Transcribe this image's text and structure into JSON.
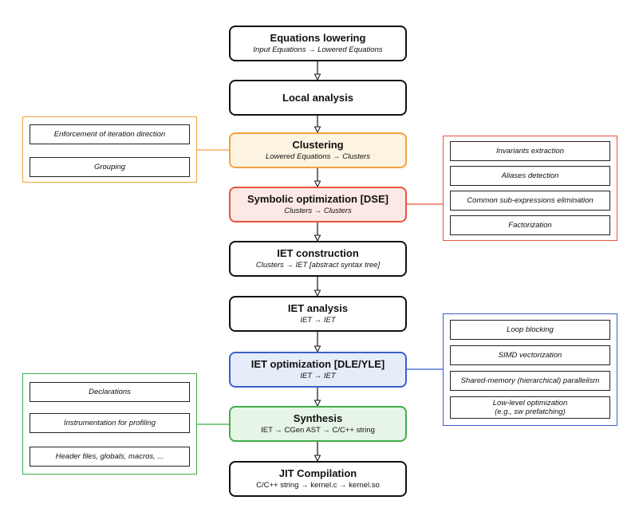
{
  "pipeline": [
    {
      "id": "equations-lowering",
      "title": "Equations lowering",
      "subtitle": "Input Equations → Lowered Equations"
    },
    {
      "id": "local-analysis",
      "title": "Local analysis",
      "subtitle": ""
    },
    {
      "id": "clustering",
      "title": "Clustering",
      "subtitle": "Lowered Equations → Clusters"
    },
    {
      "id": "symbolic-optimization",
      "title": "Symbolic optimization [DSE]",
      "subtitle": "Clusters → Clusters"
    },
    {
      "id": "iet-construction",
      "title": "IET construction",
      "subtitle": "Clusters → IET [abstract syntax tree]"
    },
    {
      "id": "iet-analysis",
      "title": "IET analysis",
      "subtitle": "IET → IET"
    },
    {
      "id": "iet-optimization",
      "title": "IET optimization [DLE/YLE]",
      "subtitle": "IET → IET"
    },
    {
      "id": "synthesis",
      "title": "Synthesis",
      "subtitle": "IET → CGen AST → C/C++ string"
    },
    {
      "id": "jit-compilation",
      "title": "JIT Compilation",
      "subtitle": "C/C++ string → kernel.c → kernel.so"
    }
  ],
  "clustering_panel": {
    "items": [
      "Enforcement of iteration direction",
      "Grouping"
    ]
  },
  "dse_panel": {
    "items": [
      "Invariants extraction",
      "Aliases detection",
      "Common sub-expressions elimination",
      "Factorization"
    ]
  },
  "dle_panel": {
    "items": [
      "Loop blocking",
      "SIMD vectorization",
      "Shared-memory (hierarchical) parallelism",
      "Low-level optimization",
      "(e.g., sw prefatching)"
    ]
  },
  "synthesis_panel": {
    "items": [
      "Declarations",
      "Instrumentation for profiling",
      "Header files, globals, macros, ..."
    ]
  },
  "colors": {
    "clustering": "#f2a23a",
    "clustering_fill": "#fdf3e1",
    "dse": "#e8543f",
    "dse_fill": "#fce8e4",
    "dle": "#3a5fcd",
    "dle_fill": "#e6ecf8",
    "synthesis": "#3fae4a",
    "synthesis_fill": "#e6f5e6",
    "line": "#111111"
  }
}
